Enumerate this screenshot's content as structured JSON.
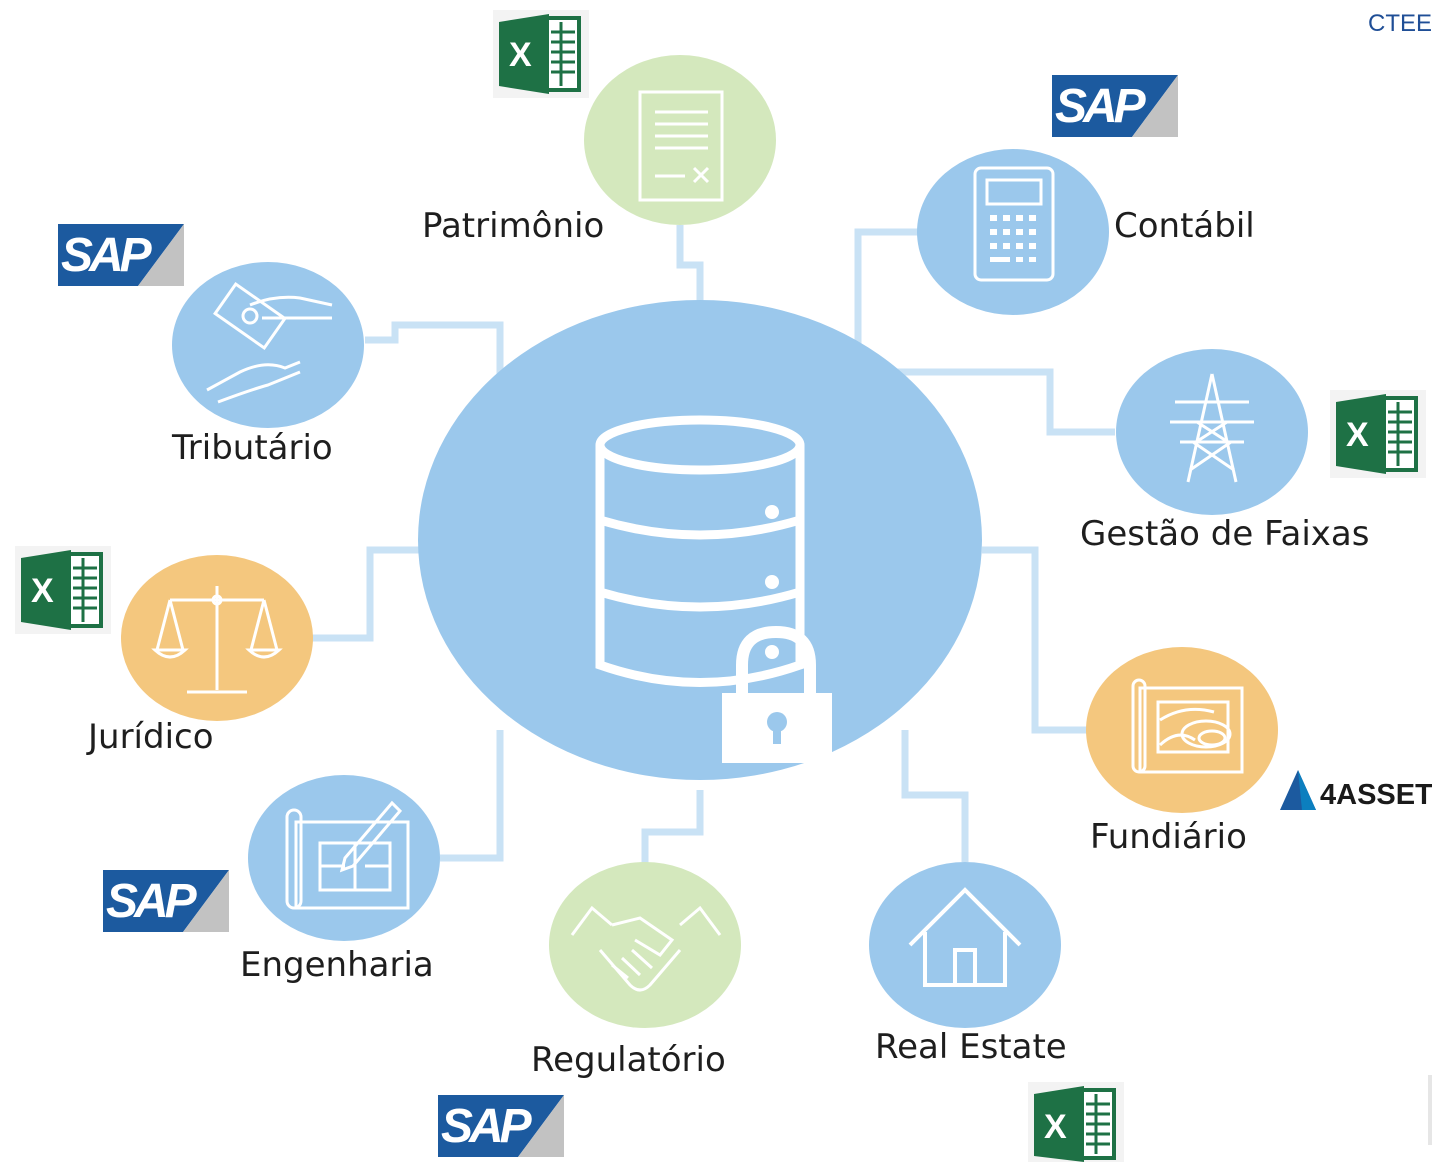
{
  "header": {
    "corner_text": "CTEE"
  },
  "hub": {
    "icon": "database-lock-icon",
    "color": "#9bc8ec"
  },
  "colors": {
    "blue_node": "#9bc8ec",
    "green_node": "#d4e8bd",
    "orange_node": "#f4c77e",
    "connector": "#c9e2f5",
    "excel_green": "#1e7145",
    "sap_blue": "#1c5a9f"
  },
  "nodes": [
    {
      "key": "patrimonio",
      "label": "Patrimônio",
      "icon": "document-icon",
      "system": "Excel"
    },
    {
      "key": "contabil",
      "label": "Contábil",
      "icon": "calculator-icon",
      "system": "SAP"
    },
    {
      "key": "tributario",
      "label": "Tributário",
      "icon": "money-hand-icon",
      "system": "SAP"
    },
    {
      "key": "gestao_faixas",
      "label": "Gestão de Faixas",
      "icon": "transmission-tower-icon",
      "system": "Excel"
    },
    {
      "key": "juridico",
      "label": "Jurídico",
      "icon": "scales-icon",
      "system": "Excel"
    },
    {
      "key": "fundiario",
      "label": "Fundiário",
      "icon": "land-map-icon",
      "system": "4ASSET"
    },
    {
      "key": "engenharia",
      "label": "Engenharia",
      "icon": "blueprint-icon",
      "system": "SAP"
    },
    {
      "key": "regulatorio",
      "label": "Regulatório",
      "icon": "handshake-icon",
      "system": "SAP"
    },
    {
      "key": "real_estate",
      "label": "Real Estate",
      "icon": "house-icon",
      "system": "Excel"
    }
  ],
  "logos": {
    "sap": "SAP",
    "excel": "X",
    "asset": "4ASSET"
  }
}
